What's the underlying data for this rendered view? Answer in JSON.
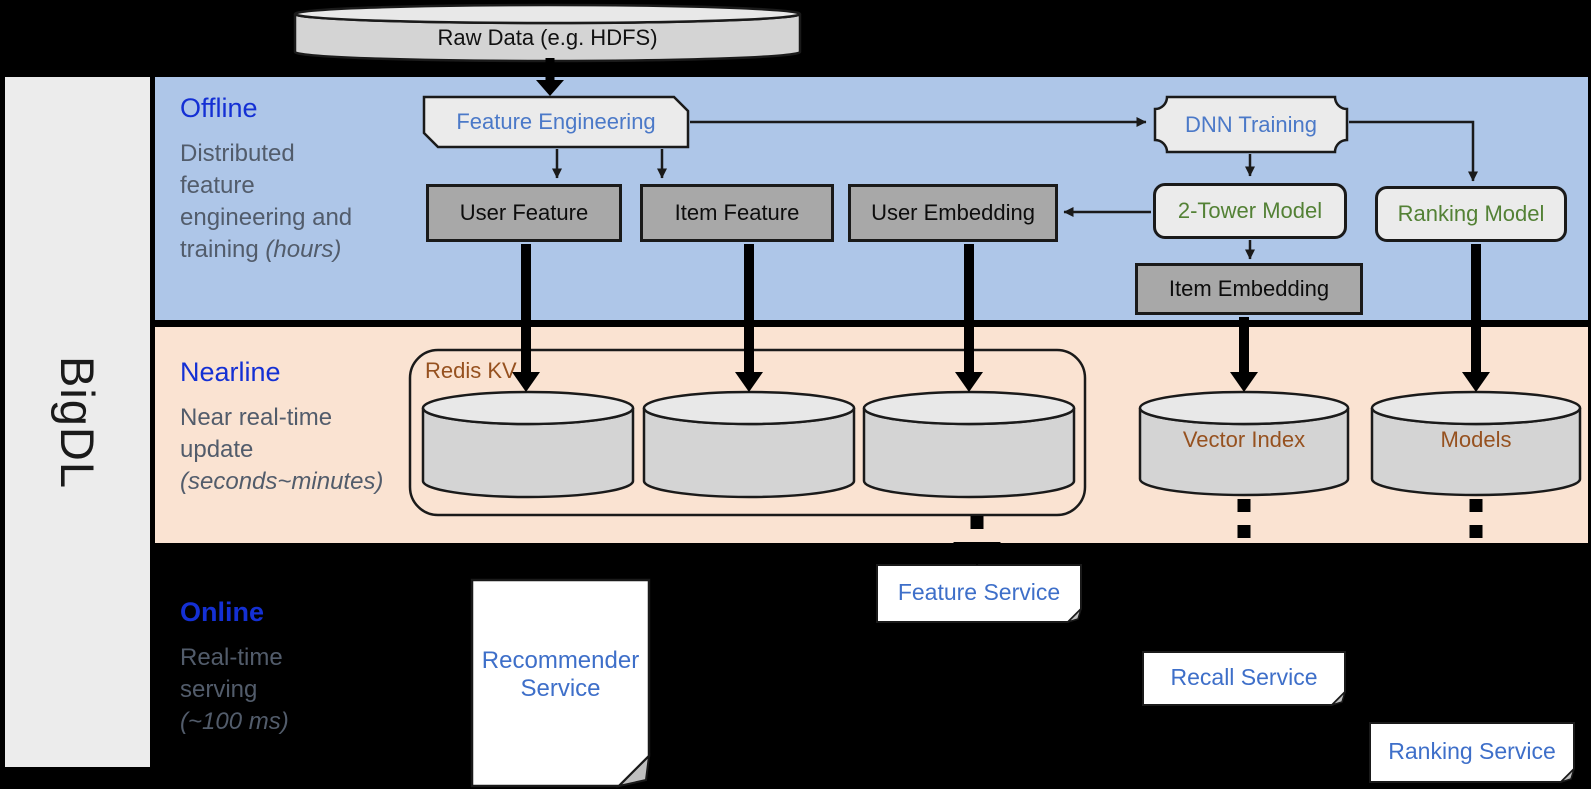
{
  "brand": "BigDL",
  "source_label": "Raw Data (e.g. HDFS)",
  "sections": {
    "offline": {
      "title": "Offline",
      "desc": "Distributed\nfeature\nengineering and\ntraining ",
      "desc_italic": "(hours)"
    },
    "nearline": {
      "title": "Nearline",
      "desc": "Near real-time\nupdate\n",
      "desc_italic": "(seconds~minutes)"
    },
    "online": {
      "title": "Online",
      "desc": "Real-time\nserving\n",
      "desc_italic": "(~100 ms)"
    }
  },
  "nodes": {
    "feature_engineering": "Feature Engineering",
    "dnn_training": "DNN Training",
    "user_feature": "User Feature",
    "item_feature": "Item Feature",
    "user_embedding": "User Embedding",
    "two_tower_model": "2-Tower Model",
    "ranking_model": "Ranking Model",
    "item_embedding": "Item Embedding",
    "redis_kv": "Redis KV",
    "vector_index": "Vector Index",
    "models": "Models",
    "recommender_service": "Recommender Service",
    "feature_service": "Feature Service",
    "recall_service": "Recall Service",
    "ranking_service": "Ranking Service"
  },
  "colors": {
    "background": "#000000",
    "offline_band": "#aec6e8",
    "nearline_band": "#fae3d2",
    "sidebar": "#ececec",
    "section_title_blue": "#1430d4",
    "section_desc_gray": "#525c6b",
    "node_blue_text": "#4b79c8",
    "node_green_text": "#538135",
    "node_brown_text": "#96511f",
    "service_blue_text": "#3e6fc9",
    "gray_box_fill": "#a8a8a8",
    "light_shape_fill": "#ebebeb",
    "cylinder_fill": "#d4d4d4",
    "outline": "#1a1a1a"
  }
}
